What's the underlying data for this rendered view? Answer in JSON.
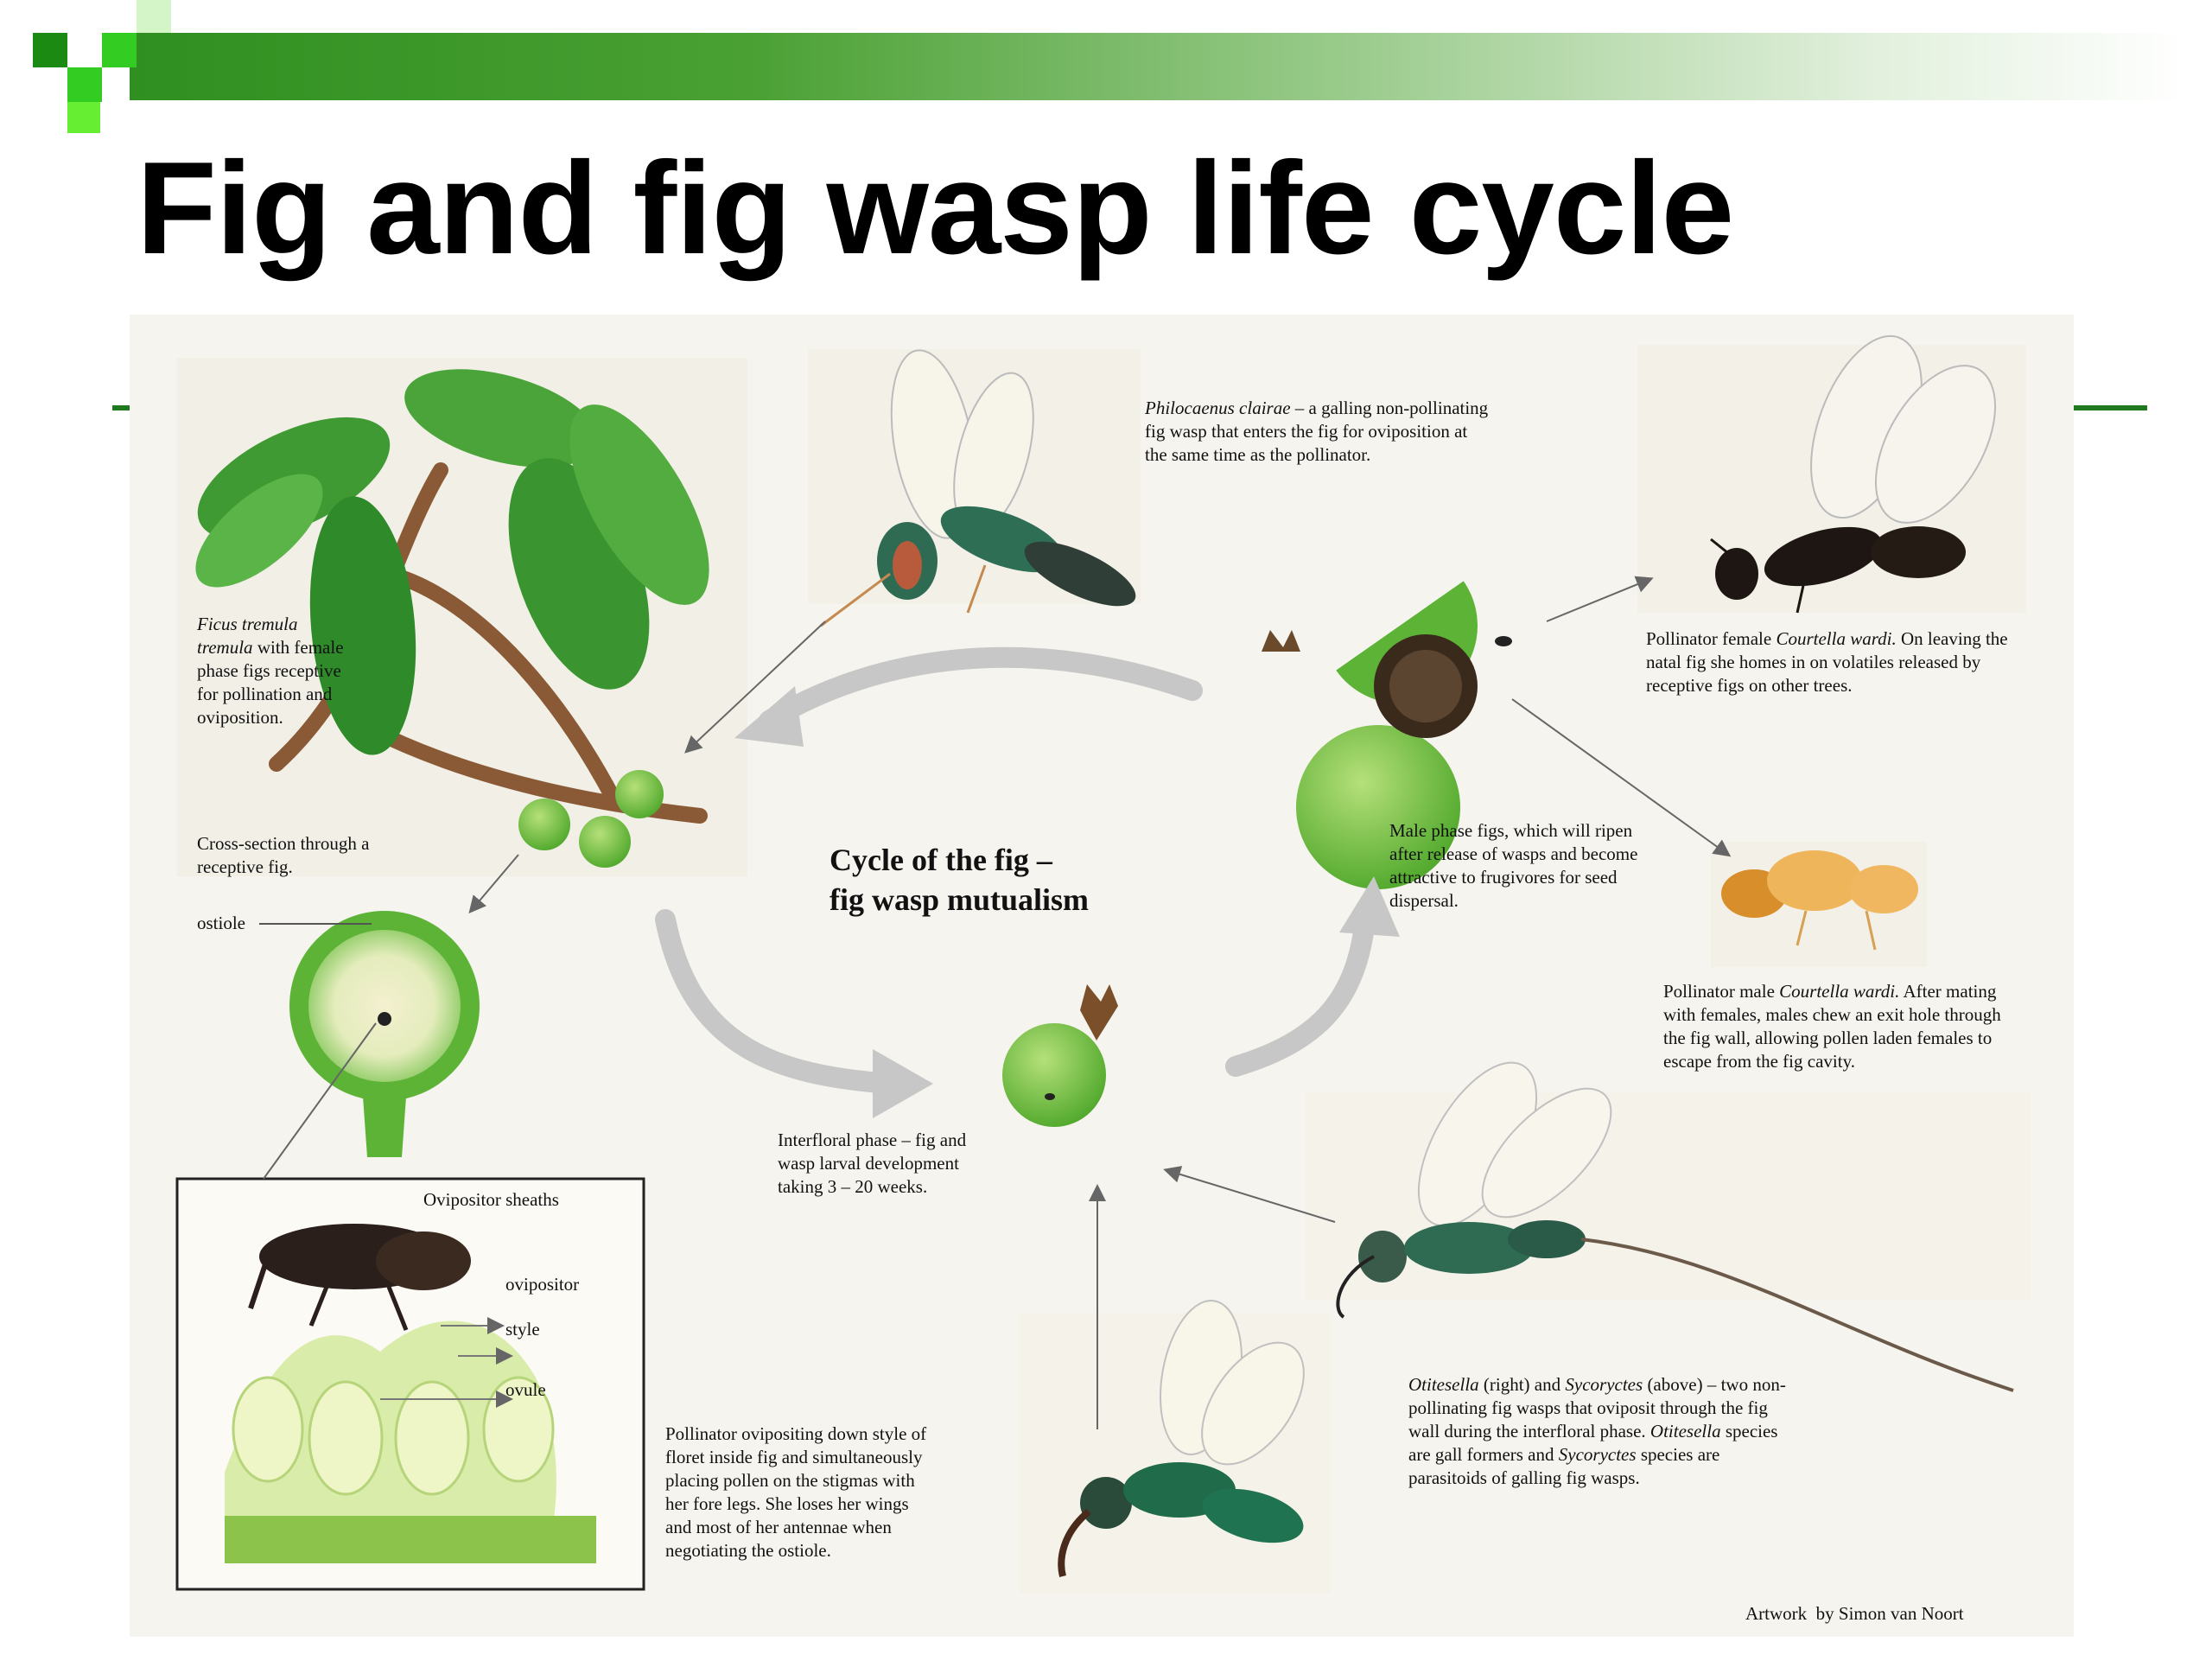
{
  "slide": {
    "title": "Fig and fig wasp life cycle",
    "accent_color": "#2f8f20",
    "square_colors": [
      "#1a8a12",
      "#33cc22",
      "#66ee33"
    ]
  },
  "diagram": {
    "center_title_line1": "Cycle of the fig –",
    "center_title_line2": "fig wasp mutualism",
    "cycle_arrow_color": "#c7c7c7",
    "captions": {
      "ficus": {
        "italic": "Ficus tremula tremula",
        "text": " with female phase figs receptive for pollination and oviposition."
      },
      "cross_section": "Cross-section through a receptive fig.",
      "philocaenus": {
        "italic": "Philocaenus clairae",
        "text": " – a galling non-pollinating fig wasp that enters the fig for oviposition at the same time as the pollinator."
      },
      "pollinator_female": {
        "prefix": "Pollinator female ",
        "italic": "Courtella wardi.",
        "text": " On leaving the natal fig she homes in on volatiles released by receptive figs on other trees."
      },
      "male_phase": "Male phase figs, which will ripen after release of wasps and become attractive to frugivores for seed dispersal.",
      "pollinator_male": {
        "prefix": "Pollinator male ",
        "italic": "Courtella wardi.",
        "text": " After mating with females, males chew an exit hole through the fig wall, allowing pollen laden females to escape from the fig cavity."
      },
      "interfloral": "Interfloral phase – fig and wasp larval development taking 3 – 20 weeks.",
      "ovipositing": "Pollinator ovipositing down style of floret inside fig and simultaneously placing pollen on the stigmas with her fore legs. She loses her wings and most of her antennae when negotiating the ostiole.",
      "otitesella": {
        "i1": "Otitesella",
        "t1": " (right) and ",
        "i2": "Sycoryctes",
        "t2": " (above) – two non-pollinating fig wasps that oviposit through the fig wall during the interfloral phase. ",
        "i3": "Otitesella",
        "t3": " species are gall formers and ",
        "i4": "Sycoryctes",
        "t4": " species are parasitoids of galling fig wasps."
      }
    },
    "labels": {
      "ostiole": "ostiole",
      "ovipositor_sheaths": "Ovipositor sheaths",
      "ovipositor": "ovipositor",
      "style": "style",
      "ovule": "ovule"
    },
    "credit": "Artwork  by Simon van Noort"
  }
}
